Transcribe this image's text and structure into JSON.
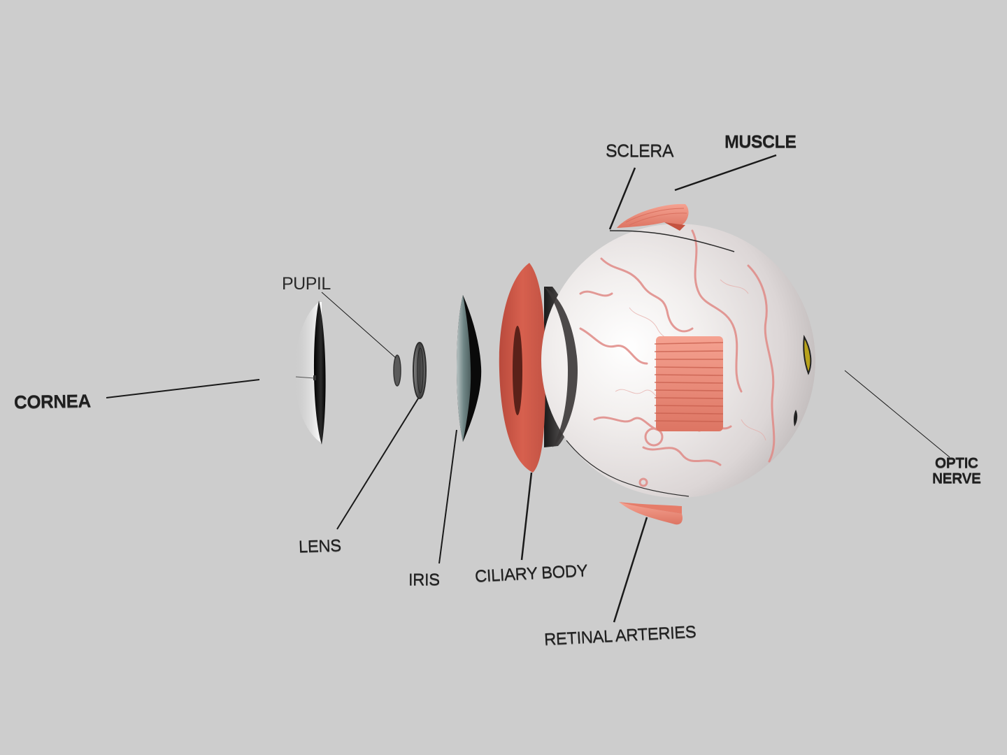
{
  "diagram": {
    "background": "#cdcdcd",
    "subject": "Exploded eye anatomy",
    "colors": {
      "muscle": "#ec8a78",
      "ciliary_body": "#cf5a48",
      "vessels": "#e08a86",
      "sclera": "#ededeb",
      "label_text": "#1f1f1f",
      "leader_line": "#1a1a1a"
    },
    "labels": {
      "cornea": "CORNEA",
      "pupil": "PUPIL",
      "lens": "LENS",
      "iris": "IRIS",
      "ciliary_body": "CILIARY BODY",
      "sclera": "SCLERA",
      "muscle": "MUSCLE",
      "optic_nerve_line1": "OPTIC",
      "optic_nerve_line2": "NERVE",
      "retinal_arteries": "RETINAL ARTERIES"
    }
  }
}
